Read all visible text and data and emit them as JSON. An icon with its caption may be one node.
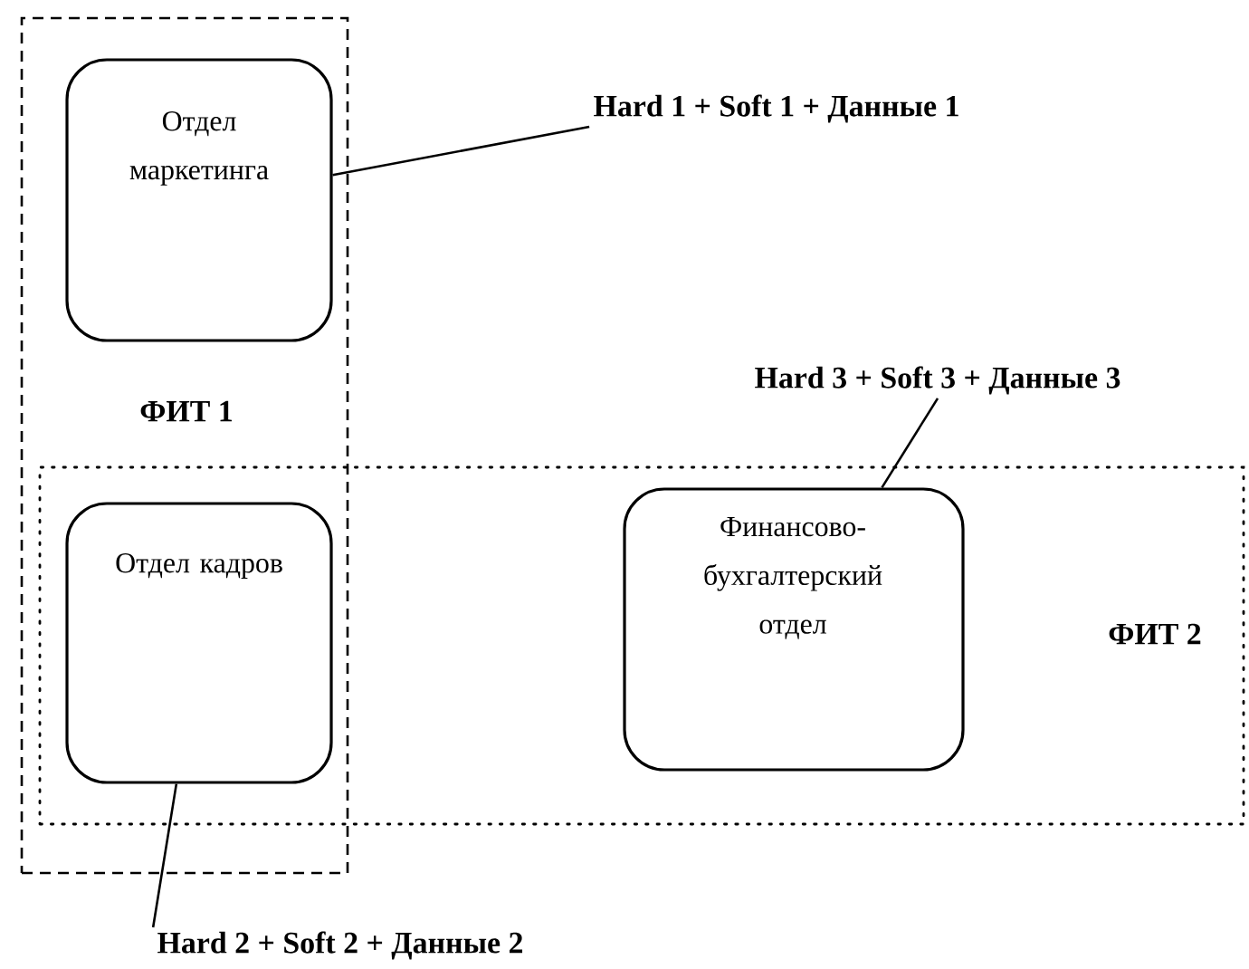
{
  "diagram": {
    "nodes": [
      {
        "text": [
          "ФИТ 1"
        ]
      },
      {
        "text": [
          "Отдел маркетинга"
        ],
        "in": 0
      },
      {
        "text": [
          "Hard 1 + Soft 1 + Данные 1"
        ]
      },
      {
        "text": [
          "Hard 3 + Soft 3 + Данные 3"
        ]
      },
      {
        "text": [
          "ФИТ 2"
        ]
      },
      {
        "text": [
          "Отдел кадров"
        ]
      },
      {
        "text": [
          "Финансово- бухгалтерский отдел"
        ],
        "in": 4
      },
      {
        "text": [
          "Hard 2 + Soft 2 + Данные 2"
        ]
      }
    ],
    "edges": [
      {
        "from": 2,
        "to": 1,
        "arrow": "none"
      },
      {
        "from": 3,
        "to": 6,
        "arrow": "none"
      },
      {
        "from": 7,
        "to": 5,
        "arrow": "none"
      }
    ]
  }
}
